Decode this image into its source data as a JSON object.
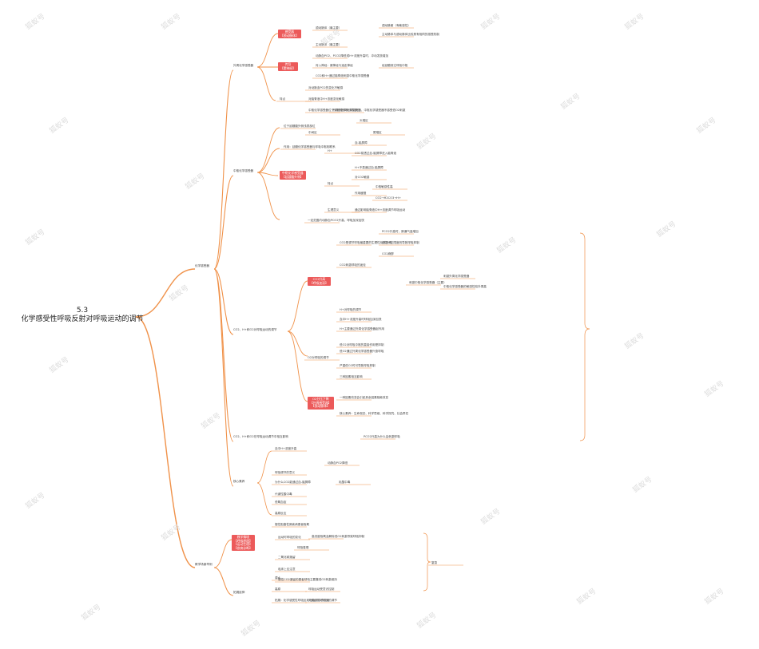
{
  "root": {
    "line1": "5.3",
    "line2": "化学感受性呼吸反射对呼吸运动的调节"
  },
  "watermark": "狐蚁号",
  "branches": {
    "chem": "化学感受器",
    "peripheral": "外周化学感受器",
    "central": "中枢化学感受器",
    "co2": "CO2、H+和O2对呼吸运动的调节",
    "co2b": "CO2、H+和O2在呼吸运动调节中相互影响",
    "core": "核心素养",
    "scene": "教学场景举例",
    "other": "拓展延伸"
  },
  "tags": {
    "t1": "感受器\n【颈动脉体】",
    "t2": "传导\n【窦神经】",
    "t3": "中枢化学感受器\n【延髓腹外侧】",
    "t4": "CO2升高\n【呼吸加深】",
    "t5": "O2分压下降\n【外周感受器】\n【颈动脉体】",
    "t6": "教学情境\n【呼吸原理】\n【运动生理】\n【疾病诊断】"
  },
  "texts": [
    "颈动脉体（最主要）",
    "颈动脉窦（有敏感性）",
    "主动脉体与颈动脉体比较具有相同的感受机制",
    "主动脉体（最主要）",
    "动脉血PO2、PCO2降低或H+浓度升高时，冲动发放增加",
    "传入神经：窦神经与迷走神经",
    "经延髓到达呼吸中枢",
    "CO2和H+通过脑脊液刺激中枢化学感受器",
    "特点",
    "对动脉血PO2的变化不敏感",
    "对脑脊液中H+浓度变化敏感",
    "中枢化学感受器位于延髓腹外侧浅表部位",
    "不同于外周化学感受器，中枢化学感受器不感受低O2刺激",
    "位于延髓腹外侧浅表部位",
    "头端区",
    "尾端区",
    "中间区",
    "作用：延髓化学感受器与呼吸中枢相联系",
    "H+",
    "血-脑屏障",
    "CO2易透过血-脑屏障进入脑脊液",
    "H+不易通过血-脑屏障",
    "特点",
    "对CO2敏感",
    "作用缓慢",
    "中枢敏感性高",
    "CO2→H2CO3→H+",
    "生理意义",
    "通过影响脑脊液中H+浓度调节呼吸运动",
    "一定范围内动脉血PCO2升高，呼吸加深加快",
    "CO2是调节呼吸最重要的生理性化学因素",
    "PCO2升高时，肺通气量增加",
    "超过一定限度则导致呼吸抑制",
    "CO2麻醉",
    "CO2刺激呼吸的途径",
    "刺激中枢化学感受器（主要）",
    "刺激外周化学感受器",
    "中枢化学感受器的敏感性较外周高",
    "H+对呼吸的调节",
    "血中H+浓度升高时呼吸加深加快",
    "H+主要通过外周化学感受器起作用",
    "O2对呼吸的调节",
    "低O2对呼吸中枢的直接作用是抑制",
    "低O2通过外周化学感受器兴奋呼吸",
    "严重低O2时可导致呼吸抑制",
    "三种因素相互影响",
    "一种因素改变会引起其余因素相继改变",
    "核心素养：生命观念、科学思维、科学探究、社会责任",
    "PCO2升高为什么会刺激呼吸",
    "血中H+浓度升高",
    "动脉血PO2降低",
    "呼吸调节的意义",
    "为什么CO2能通过血-脑屏障",
    "乳酸中毒",
    "代谢性酸中毒",
    "低氧血症",
    "高原反应",
    "慢性阻塞性肺疾病患者吸氧",
    "运动时呼吸的变化",
    "呼吸衰竭",
    "二氧化碳潴留",
    "临床上应注意",
    "慢性CO2潴留的患者呼吸主要靠低O2刺激维持",
    "高浓度吸氧会解除低O2刺激导致呼吸抑制",
    "窒息",
    "潜水",
    "高原",
    "拓展：化学感受性呼吸反射在临床中的应用",
    "呼吸运动受意识控制",
    "大脑皮层对呼吸的调节"
  ]
}
